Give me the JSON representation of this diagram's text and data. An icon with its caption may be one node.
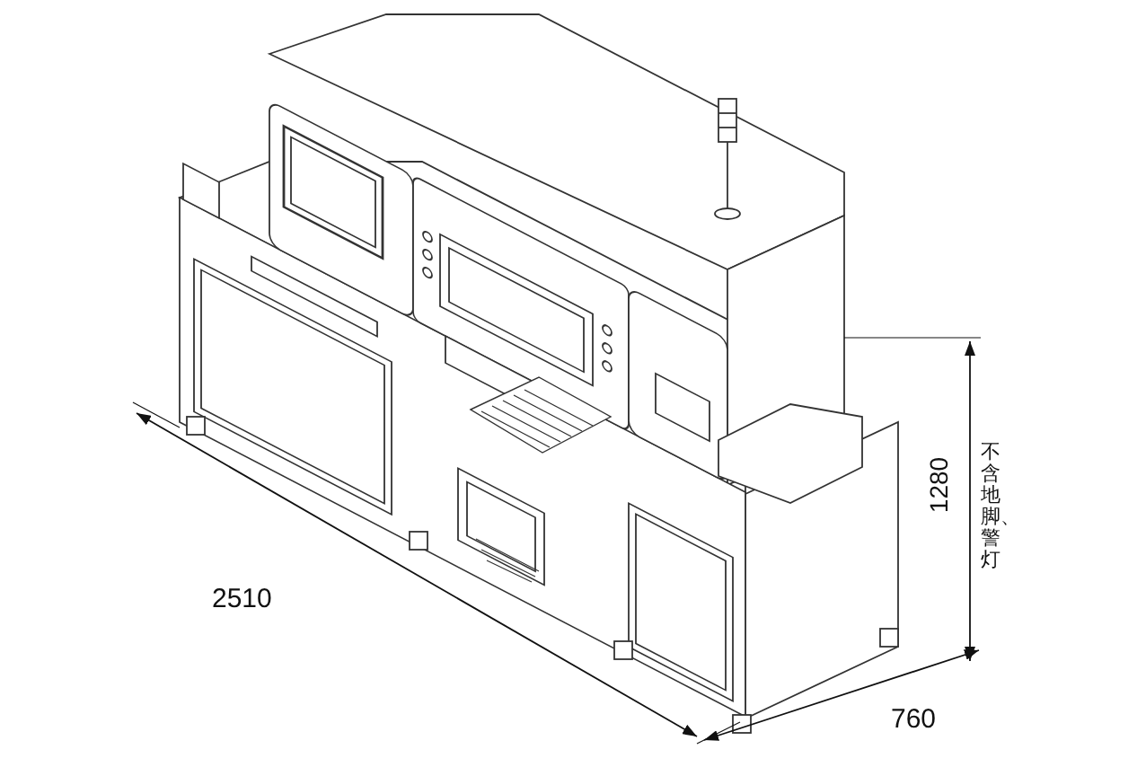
{
  "diagram": {
    "labels": [
      "2510",
      "1280",
      "不含地脚、警灯",
      "760"
    ]
  }
}
